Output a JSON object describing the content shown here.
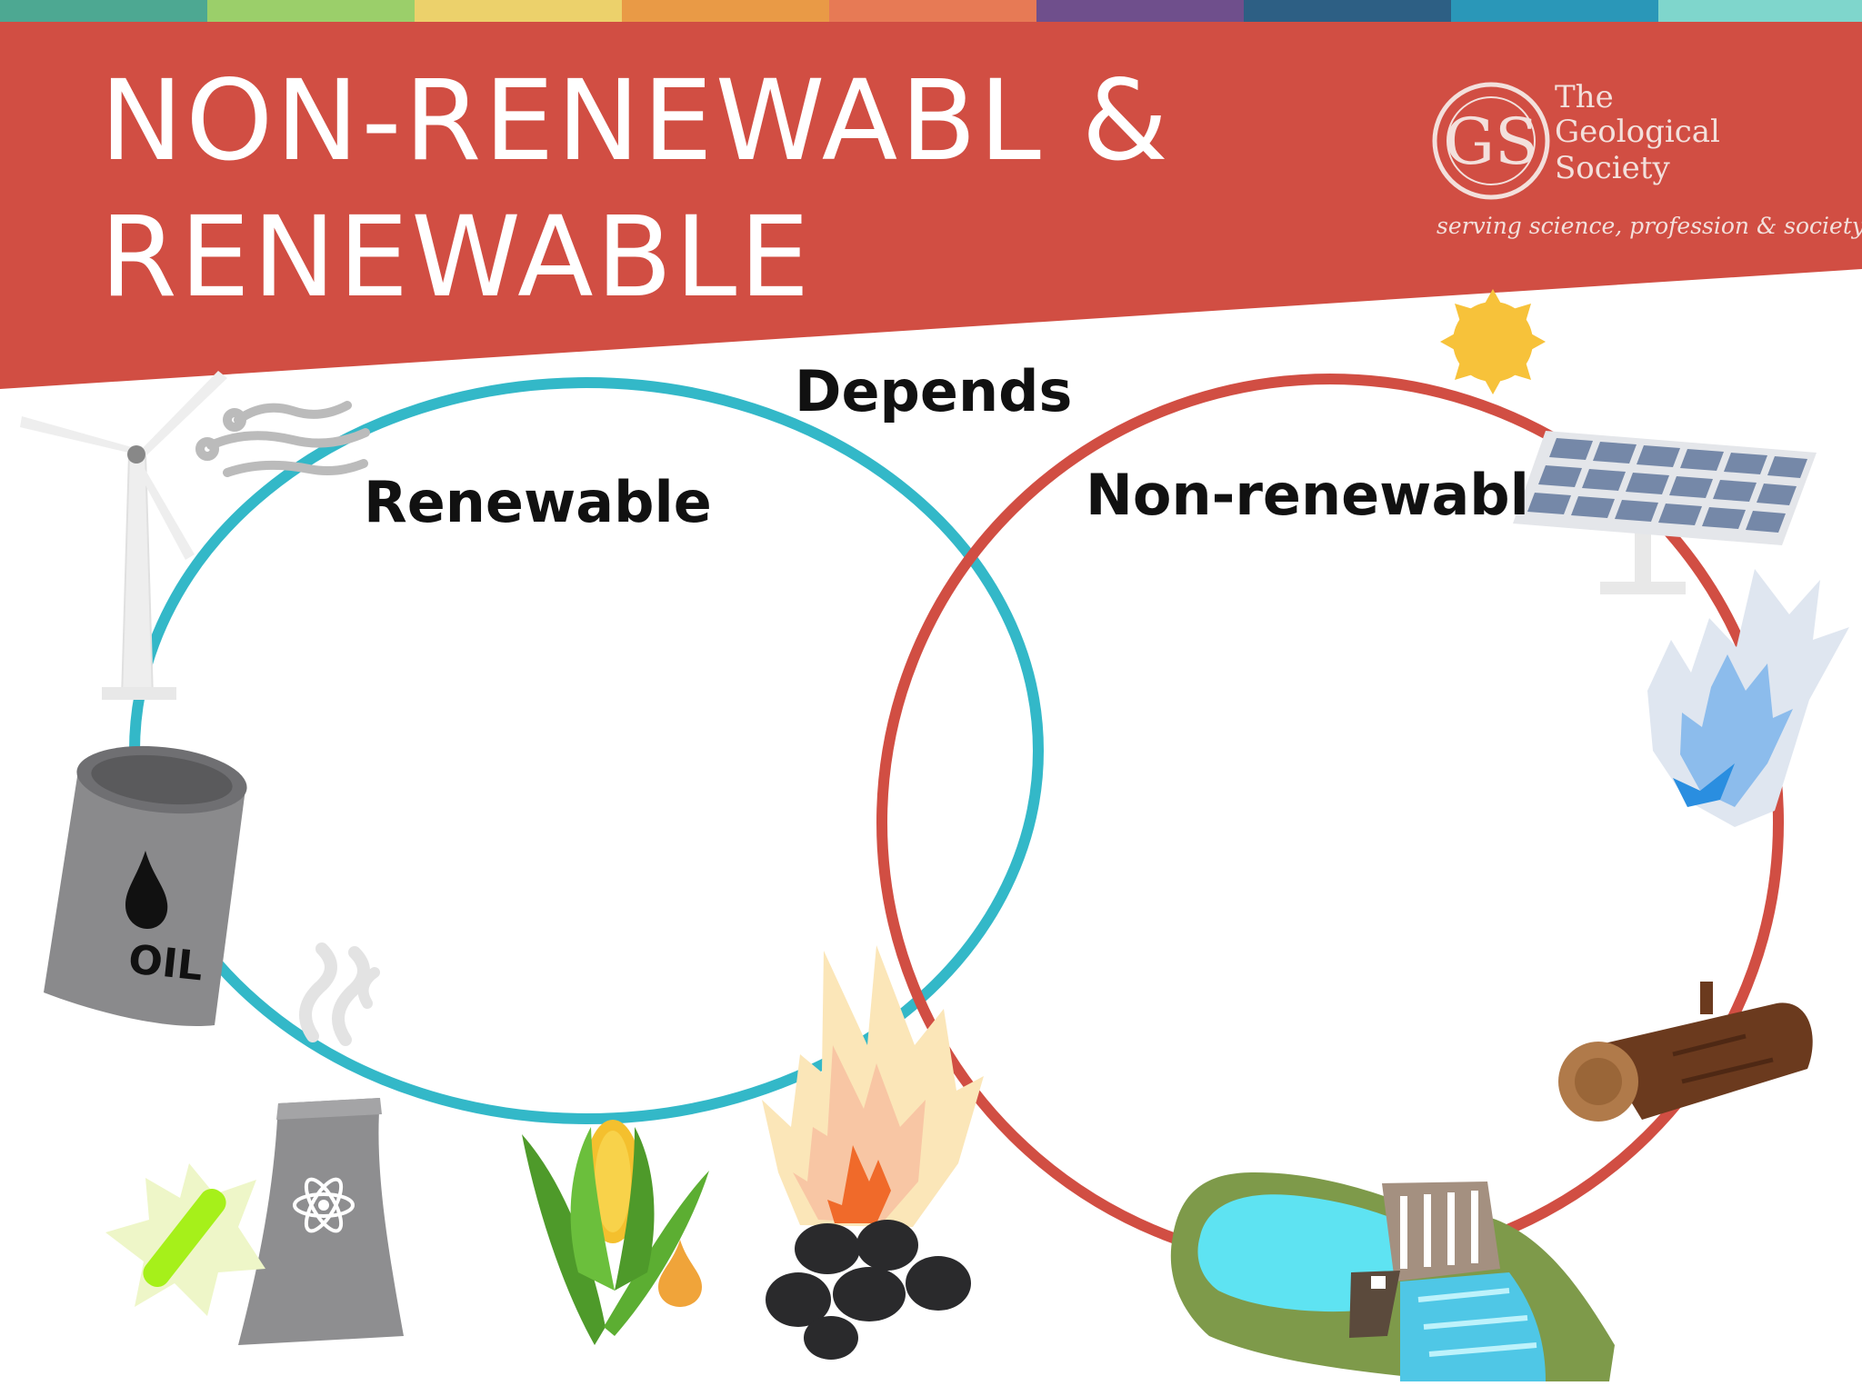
{
  "slide": {
    "title_line_1": "NON-RENEWABL &",
    "title_line_2": "RENEWABLE",
    "colors": {
      "header_red": "#d14e43",
      "renewable_circle": "#33b8c8",
      "nonrenewable_circle": "#d14e43"
    }
  },
  "logo": {
    "seal_letters": "GS",
    "line1": "The",
    "line2": "Geological",
    "line3": "Society",
    "tagline": "serving science, profession & society"
  },
  "venn": {
    "renewable_label": "Renewable",
    "nonrenewable_label": "Non-renewabl",
    "overlap_label": "Depends"
  },
  "oil_barrel": {
    "label": "OIL"
  },
  "icons": [
    "wind-turbine-icon",
    "wind-gust-icon",
    "sun-icon",
    "solar-panel-icon",
    "natural-gas-flame-icon",
    "oil-barrel-icon",
    "nuclear-plant-icon",
    "uranium-rod-icon",
    "corn-biofuel-icon",
    "fuel-drop-icon",
    "campfire-icon",
    "coal-icon",
    "wooden-log-icon",
    "hydro-dam-icon"
  ]
}
